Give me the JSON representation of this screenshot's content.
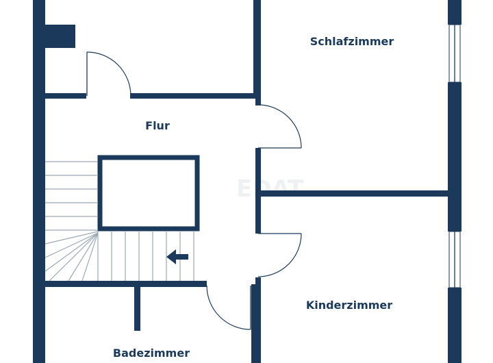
{
  "rooms": {
    "schlafzimmer": "Schlafzimmer",
    "flur": "Flur",
    "kinderzimmer": "Kinderzimmer",
    "badezimmer": "Badezimmer"
  },
  "watermark": "EDAT",
  "colors": {
    "wall": "#1b3a5b",
    "background": "#ffffff"
  }
}
